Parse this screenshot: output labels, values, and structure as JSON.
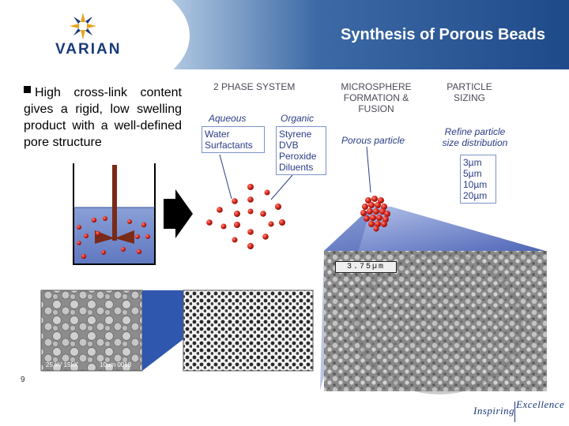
{
  "header": {
    "logo_text": "VARIAN",
    "title": "Synthesis of Porous Beads"
  },
  "bullet": {
    "text": "High cross-link content gives a rigid, low swelling product with a well-defined pore structure"
  },
  "diagram": {
    "col1_header": "2 PHASE SYSTEM",
    "col2_header": [
      "MICROSPHERE",
      "FORMATION &",
      "FUSION"
    ],
    "col3_header": [
      "PARTICLE",
      "SIZING"
    ],
    "aqueous_label": "Aqueous",
    "organic_label": "Organic",
    "aqueous_items": [
      "Water",
      "Surfactants"
    ],
    "organic_items": [
      "Styrene",
      "DVB",
      "Peroxide",
      "Diluents"
    ],
    "porous_label": "Porous particle",
    "refine_label": [
      "Refine particle",
      "size distribution"
    ],
    "sizes": [
      "3µm",
      "5µm",
      "10µm",
      "20µm"
    ]
  },
  "sem": {
    "scale_label": "3.75µm",
    "small_label_left": "25 kV  15kX",
    "small_label_right": "10µm  0018"
  },
  "footer": {
    "page_number": "9",
    "tagline_1": "Inspiring",
    "tagline_2": "Excellence"
  },
  "colors": {
    "brand_blue": "#1f4a8a",
    "bead_red": "#d9261c",
    "liquid_blue": "#6f88c8",
    "label_blue": "#2a3d86"
  }
}
